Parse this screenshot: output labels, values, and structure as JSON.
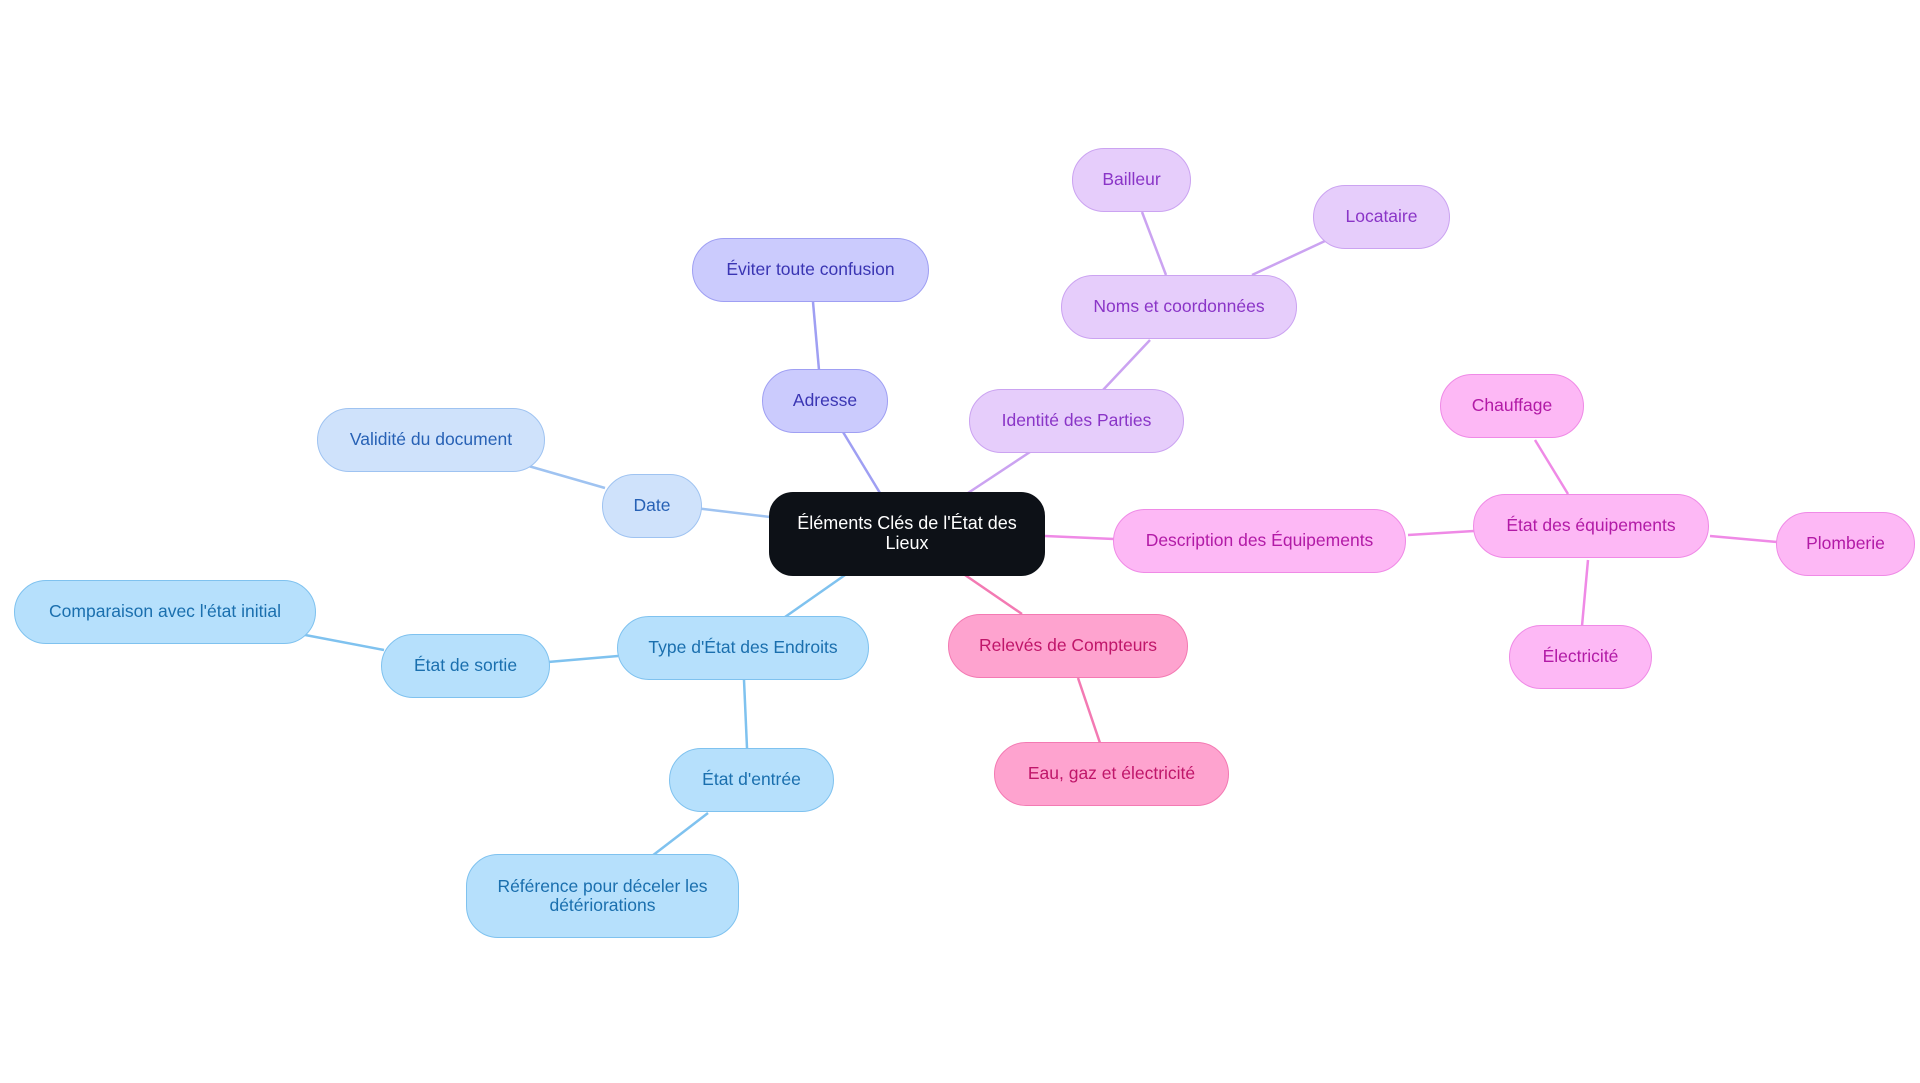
{
  "diagram": {
    "root": "Éléments Clés de l'État des Lieux",
    "branches": {
      "date": {
        "label": "Date",
        "children": [
          "Validité du document"
        ],
        "color": "#9fc3f1"
      },
      "type": {
        "label": "Type d'État des Endroits",
        "children": [
          "État de sortie",
          "État d'entrée"
        ],
        "grandchildren": {
          "sortie": "Comparaison avec l'état initial",
          "entree": "Référence pour déceler les détériorations"
        },
        "color": "#7fc2ef"
      },
      "adresse": {
        "label": "Adresse",
        "children": [
          "Éviter toute confusion"
        ],
        "color": "#9f9ff3"
      },
      "identite": {
        "label": "Identité des Parties",
        "children": [
          "Noms et coordonnées"
        ],
        "grandchildren": [
          "Bailleur",
          "Locataire"
        ],
        "color": "#cba3f1"
      },
      "description": {
        "label": "Description des Équipements",
        "children": [
          "État des équipements"
        ],
        "grandchildren": [
          "Chauffage",
          "Plomberie",
          "Électricité"
        ],
        "color": "#ef8ae6"
      },
      "releves": {
        "label": "Relevés de Compteurs",
        "children": [
          "Eau, gaz et électricité"
        ],
        "color": "#f37ab3"
      }
    }
  }
}
